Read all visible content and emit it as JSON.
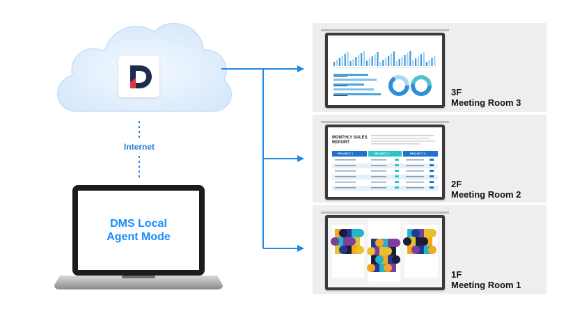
{
  "cloud": {
    "logo_icon": "dms-logo-icon"
  },
  "connection": {
    "label": "Internet"
  },
  "laptop": {
    "line1": "DMS Local",
    "line2": "Agent Mode"
  },
  "rooms": [
    {
      "floor": "3F",
      "name": "Meeting Room 3",
      "content": "dashboard-charts"
    },
    {
      "floor": "2F",
      "name": "Meeting Room 2",
      "content": "sales-report-table"
    },
    {
      "floor": "1F",
      "name": "Meeting Room 1",
      "content": "geometric-posters"
    }
  ],
  "screen2": {
    "title_line1": "MONTHLY SALES",
    "title_line2": "REPORT",
    "columns": [
      "PROJECT 1",
      "PROJECT 2",
      "PROJECT 3"
    ]
  },
  "colors": {
    "accent": "#1a8cff",
    "arrow": "#1e88e5",
    "panel": "#eeeeee",
    "cloud": "#dcebfb"
  }
}
